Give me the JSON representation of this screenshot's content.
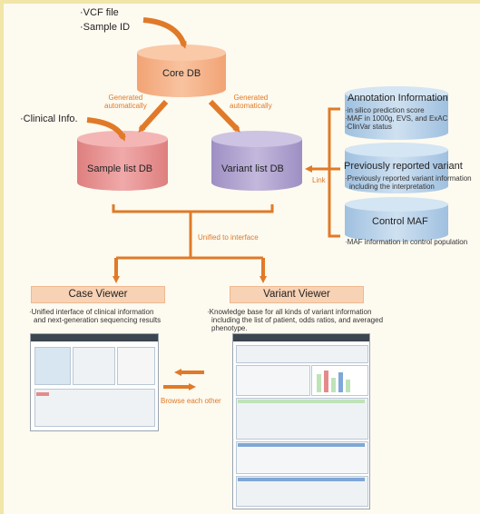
{
  "inputs": {
    "vcf_file": "VCF file",
    "sample_id": "Sample ID",
    "clinical_info": "Clinical Info."
  },
  "databases": {
    "core_db": "Core DB",
    "sample_list_db": "Sample list DB",
    "variant_list_db": "Variant list DB",
    "annotation_info": "Annotation Information",
    "previously_reported": "Previously reported variant",
    "control_maf": "Control MAF"
  },
  "annotation_bullets": [
    "in silico prediction score",
    "MAF in 1000g, EVS, and ExAC",
    "ClinVar status"
  ],
  "previously_reported_bullet_lines": [
    "Previously reported variant information",
    "including the interpretation"
  ],
  "control_maf_bullet": "MAF information in control population",
  "labels": {
    "generated_left_1": "Generated",
    "generated_left_2": "automatically",
    "generated_right_1": "Generated",
    "generated_right_2": "automatically",
    "link": "Link",
    "unified": "Unified to interface",
    "browse": "Browse each other"
  },
  "viewers": {
    "case_viewer": "Case Viewer",
    "case_desc_lines": [
      "Unified interface of clinical information",
      "and next-generation sequencing results"
    ],
    "variant_viewer": "Variant Viewer",
    "variant_desc_lines": [
      "Knowledge base for all kinds of variant information",
      "including the list of patient, odds ratios, and averaged",
      "phenotype."
    ]
  },
  "colors": {
    "arrow": "#e07a28",
    "core_db": "#f5ad80",
    "sample_db": "#e58b8b",
    "variant_db": "#a99acb",
    "annotation_db": "#a9c8e6",
    "viewer_header": "#f8d2b4"
  }
}
